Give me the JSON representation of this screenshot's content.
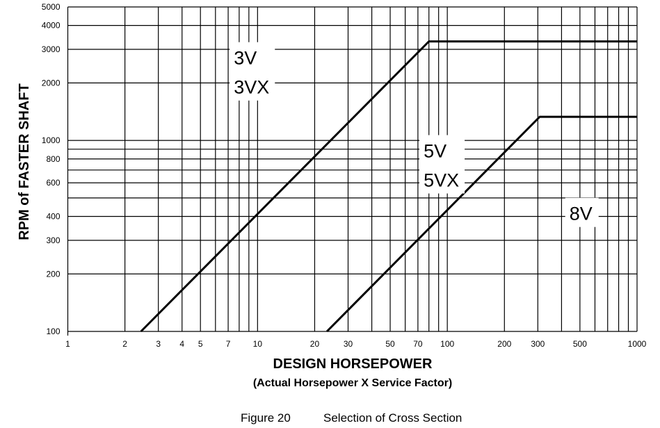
{
  "chart_data": {
    "type": "line",
    "xscale": "log",
    "yscale": "log",
    "xlim": [
      1,
      1000
    ],
    "ylim": [
      100,
      5000
    ],
    "xlabel": "DESIGN HORSEPOWER",
    "xlabel_sub": "(Actual Horsepower X Service Factor)",
    "ylabel": "RPM of FASTER SHAFT",
    "grid": true,
    "xgrid": [
      1,
      2,
      3,
      4,
      5,
      6,
      7,
      8,
      9,
      10,
      20,
      30,
      40,
      50,
      60,
      70,
      80,
      90,
      100,
      200,
      300,
      400,
      500,
      600,
      700,
      800,
      900,
      1000
    ],
    "ygrid": [
      100,
      200,
      300,
      400,
      500,
      600,
      700,
      800,
      900,
      1000,
      2000,
      3000,
      4000,
      5000
    ],
    "xticks": [
      "1",
      "2",
      "3",
      "4",
      "5",
      "7",
      "10",
      "20",
      "30",
      "50",
      "70",
      "100",
      "200",
      "300",
      "500",
      "1000"
    ],
    "yticks": [
      "100",
      "200",
      "300",
      "400",
      "600",
      "800",
      "1000",
      "2000",
      "3000",
      "4000",
      "5000"
    ],
    "series": [
      {
        "name": "3V / 3VX boundary",
        "points": [
          [
            2.43,
            100
          ],
          [
            80,
            3300
          ],
          [
            1000,
            3300
          ]
        ]
      },
      {
        "name": "8V boundary",
        "points": [
          [
            23.2,
            100
          ],
          [
            307,
            1330
          ],
          [
            1000,
            1330
          ]
        ]
      }
    ],
    "region_labels": [
      {
        "lines": [
          "3V",
          "3VX"
        ],
        "at": [
          7.5,
          2300
        ]
      },
      {
        "lines": [
          "5V",
          "5VX"
        ],
        "at": [
          75,
          750
        ]
      },
      {
        "lines": [
          "8V"
        ],
        "at": [
          440,
          420
        ]
      }
    ]
  },
  "caption": {
    "figure": "Figure 20",
    "title": "Selection of Cross Section"
  }
}
